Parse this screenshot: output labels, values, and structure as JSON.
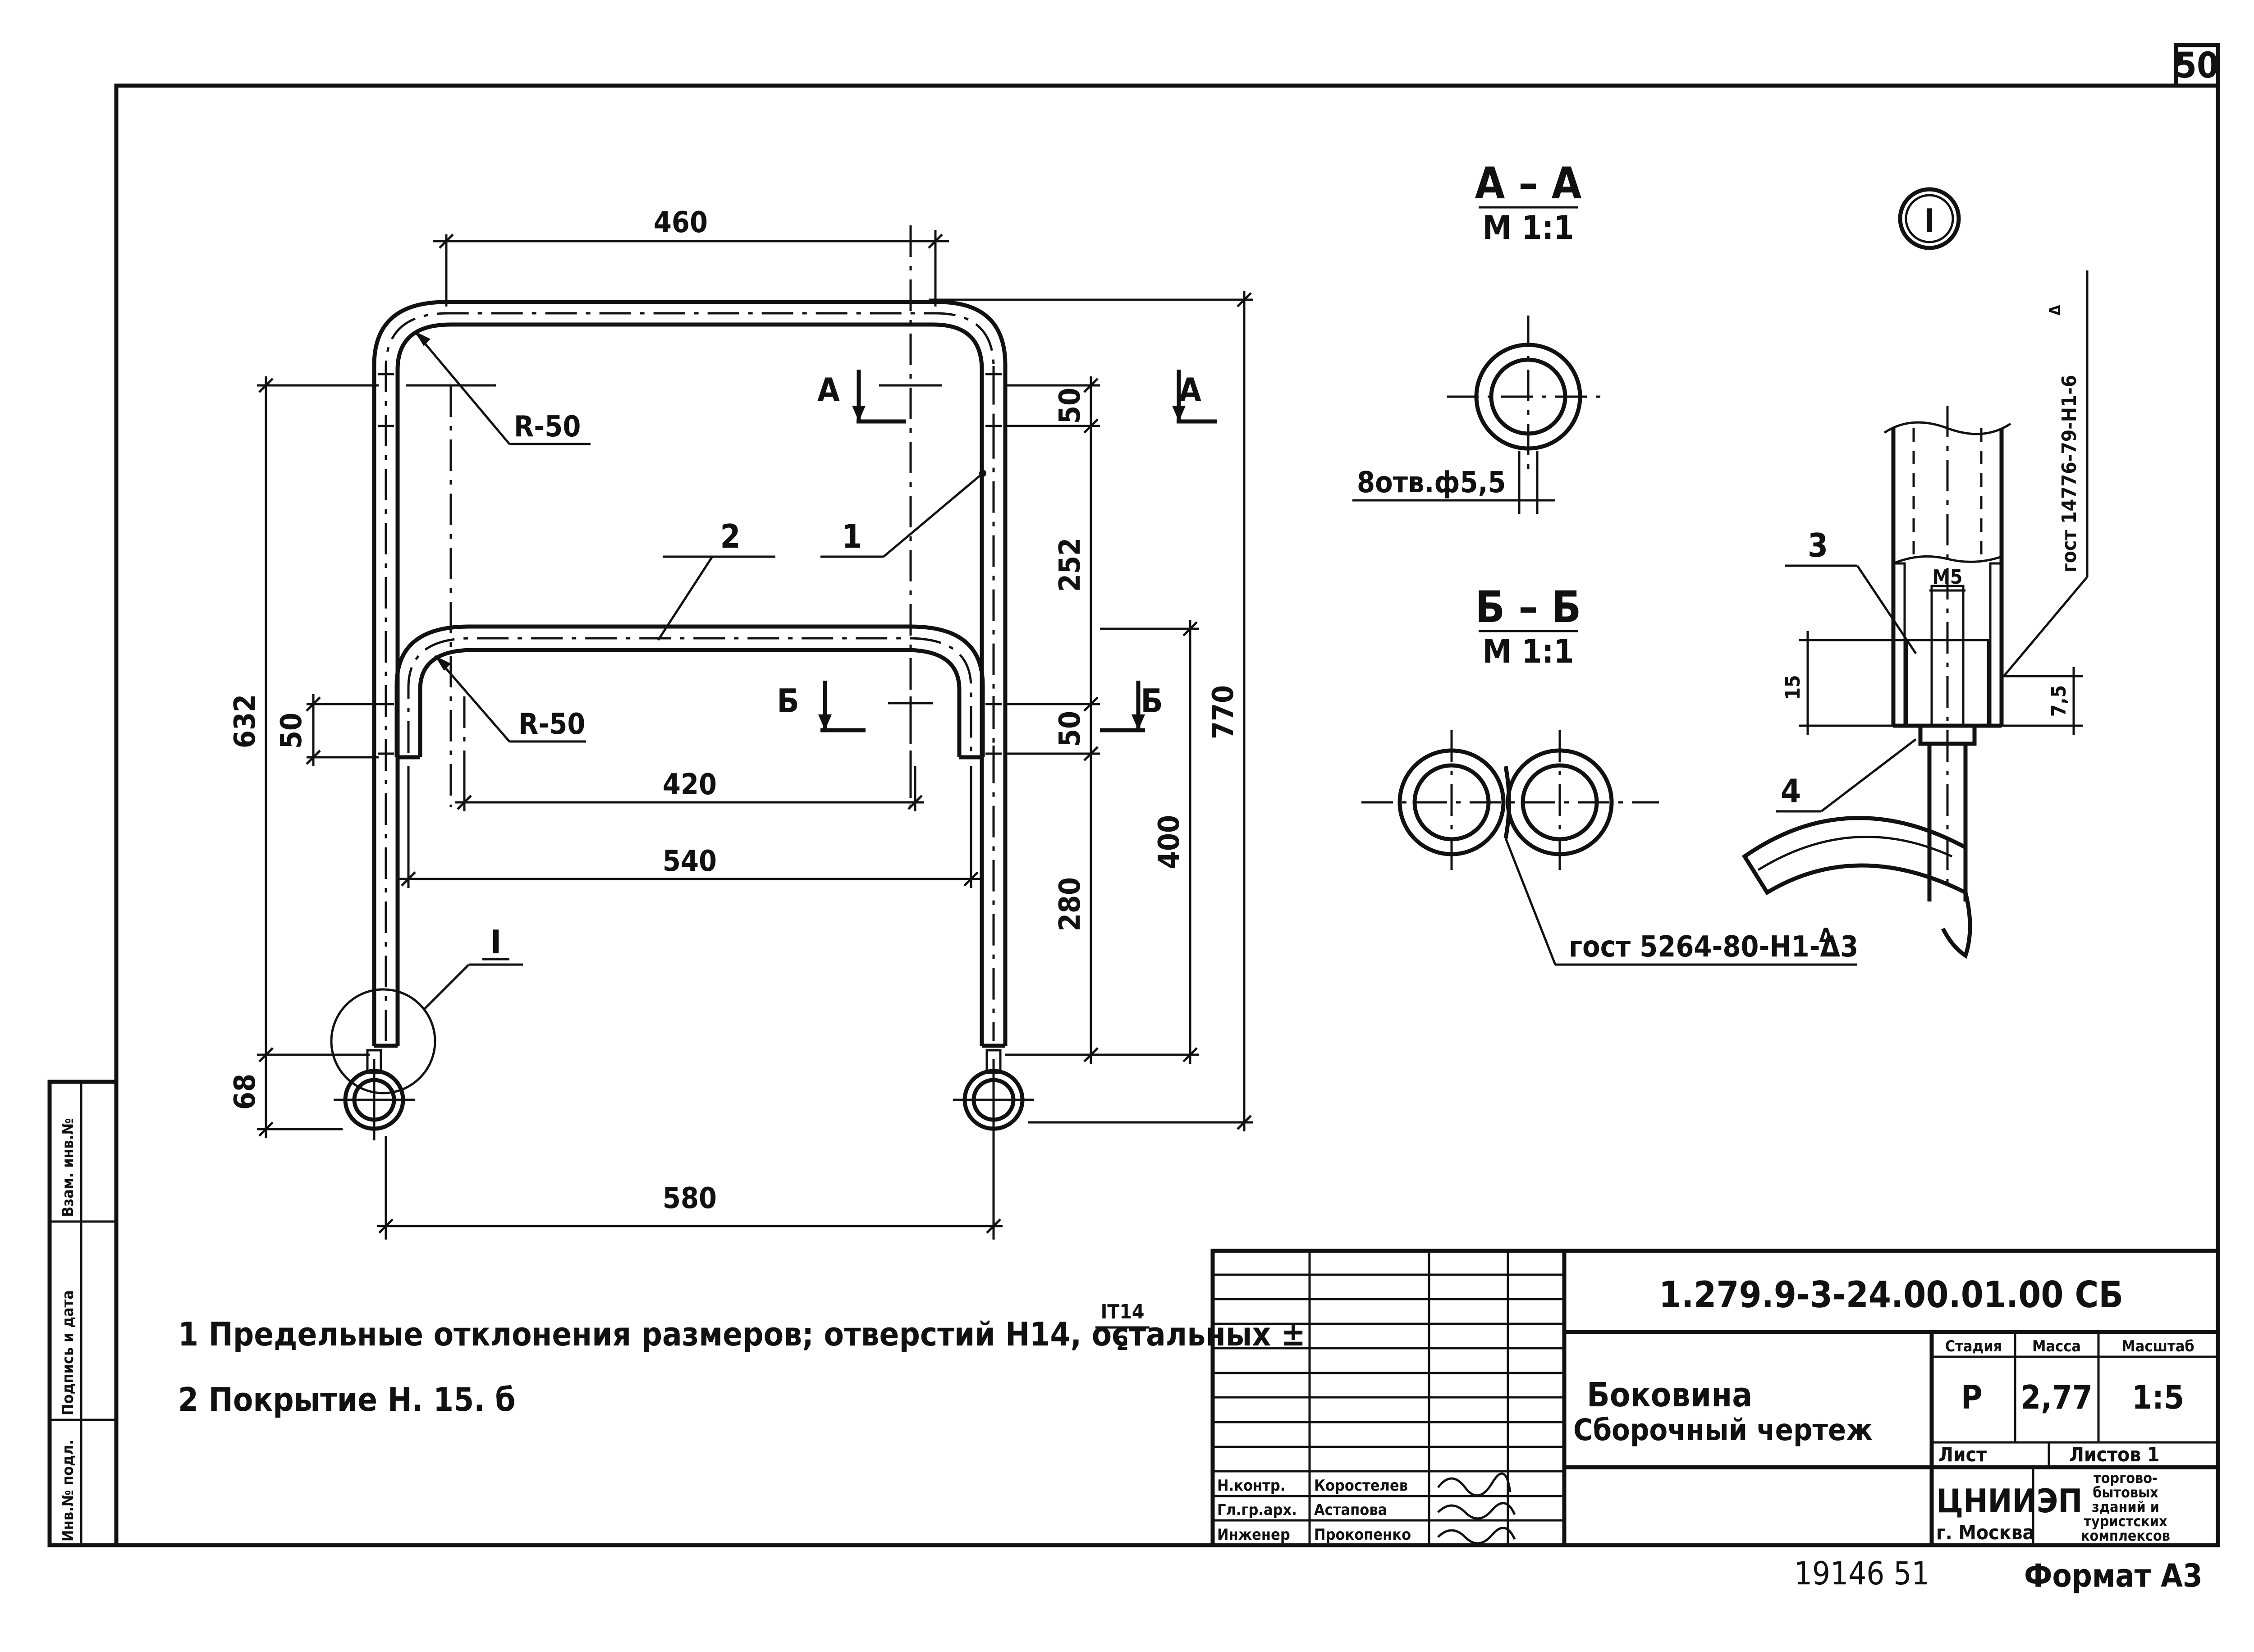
{
  "sheet": {
    "page_number": "50",
    "archive_number": "19146 51",
    "format": "Формат А3"
  },
  "main_view": {
    "dims": {
      "top_width": "460",
      "r_top": "R-50",
      "r_mid": "R-50",
      "inner_width": "420",
      "frame_width": "540",
      "wheel_span": "580",
      "left_height": "632",
      "left_stub": "50",
      "wheel_height": "68",
      "right_top_stub": "50",
      "right_upper": "252",
      "right_mid_stub": "50",
      "right_lower": "280",
      "total_height": "770",
      "height_400": "400"
    },
    "callouts": {
      "part1": "1",
      "part2": "2",
      "detail": "I",
      "cut_a_left": "А",
      "cut_a_right": "А",
      "cut_b_left": "Б",
      "cut_b_right": "Б"
    }
  },
  "section_aa": {
    "title": "А – А",
    "scale": "М 1:1",
    "note": "8отв.ф5,5"
  },
  "section_bb": {
    "title": "Б – Б",
    "scale": "М 1:1",
    "weld": "гост 5264-80-Н1-Δ3",
    "weld_sup": "Δ"
  },
  "detail_i": {
    "marker": "I",
    "weld": "гост 14776-79-Н1-6",
    "weld_sup": "Δ",
    "part3": "3",
    "part4": "4",
    "thread": "М5",
    "dim_15": "15",
    "dim_75": "7,5"
  },
  "notes": {
    "note1": "1 Предельные отклонения размеров; отверстий Н14, остальных ±",
    "note1_frac_num": "IT14",
    "note1_frac_den": "2",
    "note2": "2 Покрытие    Н. 15. б"
  },
  "side_stamp": {
    "cells": [
      "Инв.№ подл.",
      "Подпись и дата",
      "Взам. инв.№"
    ]
  },
  "title_block": {
    "designation": "1.279.9-3-24.00.01.00 СБ",
    "name_line1": "Боковина",
    "name_line2": "Сборочный чертеж",
    "headers": {
      "stage": "Стадия",
      "mass": "Масса",
      "scale": "Масштаб"
    },
    "values": {
      "stage": "Р",
      "mass": "2,77",
      "scale": "1:5"
    },
    "sheet_label": "Лист",
    "sheets_label": "Листов 1",
    "org_line1": "ЦНИИЭП",
    "org_line2": "г. Москва",
    "org_desc": [
      "торгово-",
      "бытовых",
      "зданий и",
      "туристских",
      "комплексов"
    ],
    "signatures": [
      {
        "role": "Н.контр.",
        "name": "Коростелев"
      },
      {
        "role": "Гл.гр.арх.",
        "name": "Астапова"
      },
      {
        "role": "Инженер",
        "name": "Прокопенко"
      }
    ]
  }
}
